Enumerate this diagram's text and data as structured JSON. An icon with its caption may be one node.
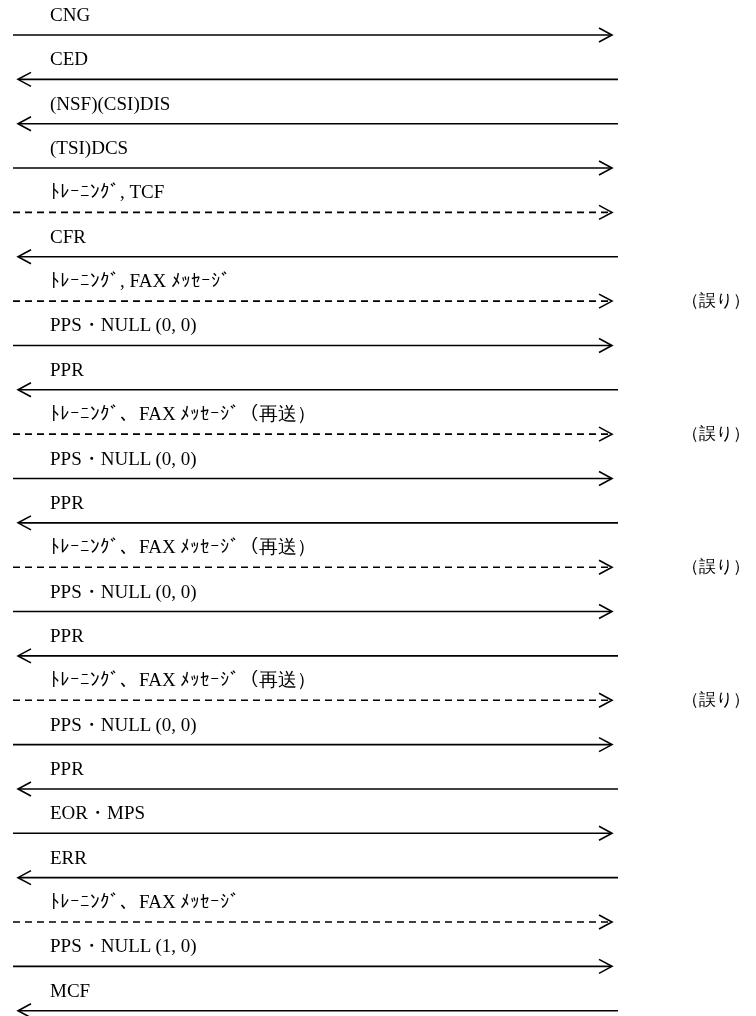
{
  "diagram": {
    "labels": [
      "CNG",
      "CED",
      "(NSF)(CSI)DIS",
      "(TSI)DCS",
      "ﾄﾚｰﾆﾝｸﾞ, TCF",
      "CFR",
      "ﾄﾚｰﾆﾝｸﾞ, FAX ﾒｯｾｰｼﾞ",
      "（誤り）",
      "PPS・NULL (0, 0)",
      "PPR",
      "ﾄﾚｰﾆﾝｸﾞ、FAX ﾒｯｾｰｼﾞ（再送）",
      "（誤り）",
      "PPS・NULL (0, 0)",
      "PPR",
      "ﾄﾚｰﾆﾝｸﾞ、FAX ﾒｯｾｰｼﾞ（再送）",
      "（誤り）",
      "PPS・NULL (0, 0)",
      "PPR",
      "ﾄﾚｰﾆﾝｸﾞ、FAX ﾒｯｾｰｼﾞ（再送）",
      "（誤り）",
      "PPS・NULL (0, 0)",
      "PPR",
      "EOR・MPS",
      "ERR",
      "ﾄﾚｰﾆﾝｸﾞ、FAX ﾒｯｾｰｼﾞ",
      "PPS・NULL (1, 0)",
      "MCF"
    ]
  }
}
